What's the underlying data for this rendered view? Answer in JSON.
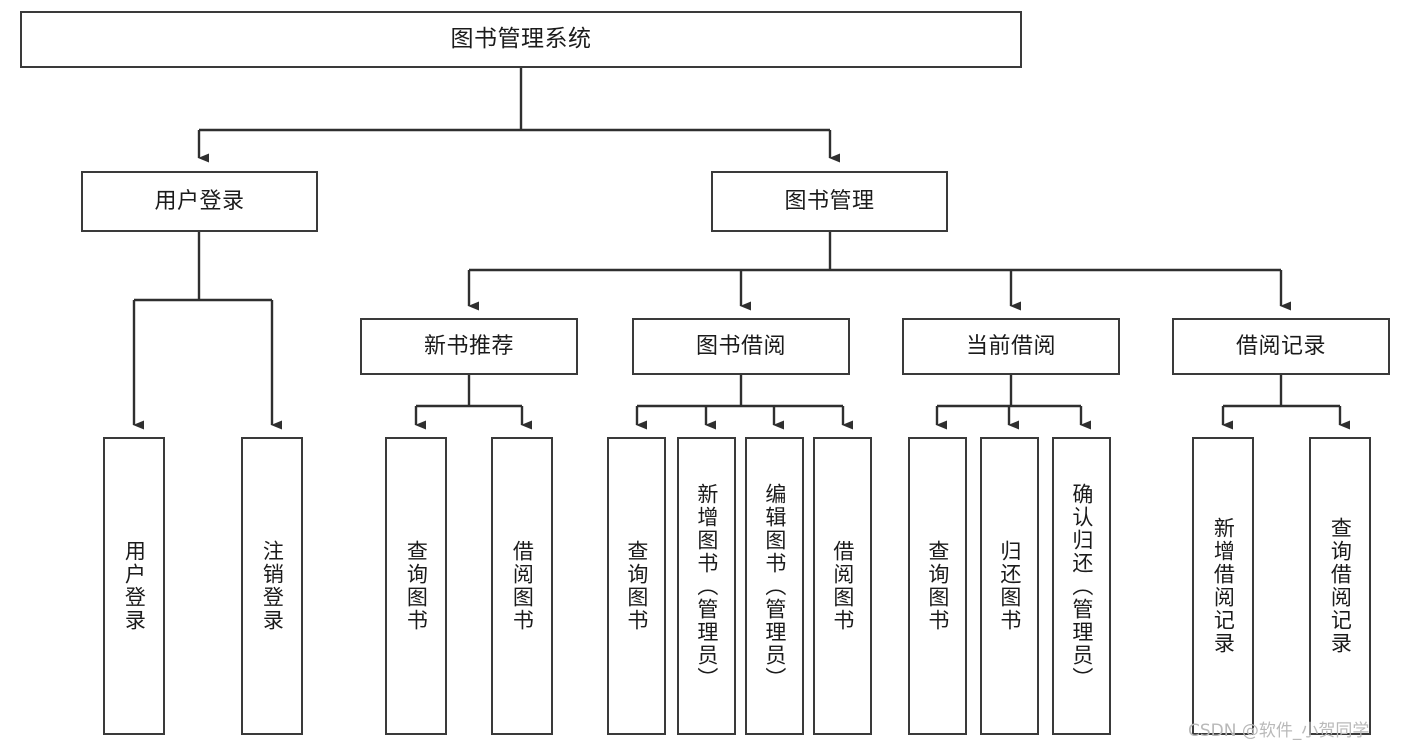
{
  "diagram": {
    "title": "图书管理系统",
    "type": "tree",
    "root": {
      "id": "root",
      "label": "图书管理系统",
      "orientation": "horizontal"
    },
    "level2": [
      {
        "id": "user-login",
        "label": "用户登录",
        "orientation": "horizontal"
      },
      {
        "id": "book-management",
        "label": "图书管理",
        "orientation": "horizontal"
      }
    ],
    "level3": [
      {
        "id": "new-book-recommend",
        "label": "新书推荐",
        "orientation": "horizontal",
        "parent": "book-management"
      },
      {
        "id": "book-borrow",
        "label": "图书借阅",
        "orientation": "horizontal",
        "parent": "book-management"
      },
      {
        "id": "current-borrow",
        "label": "当前借阅",
        "orientation": "horizontal",
        "parent": "book-management"
      },
      {
        "id": "borrow-record",
        "label": "借阅记录",
        "orientation": "horizontal",
        "parent": "book-management"
      }
    ],
    "leaves": [
      {
        "id": "leaf-user-login",
        "label": "用户登录",
        "parent": "user-login",
        "orientation": "vertical"
      },
      {
        "id": "leaf-user-logout",
        "label": "注销登录",
        "parent": "user-login",
        "orientation": "vertical"
      },
      {
        "id": "leaf-query-book-1",
        "label": "查询图书",
        "parent": "new-book-recommend",
        "orientation": "vertical"
      },
      {
        "id": "leaf-borrow-book-1",
        "label": "借阅图书",
        "parent": "new-book-recommend",
        "orientation": "vertical"
      },
      {
        "id": "leaf-query-book-2",
        "label": "查询图书",
        "parent": "book-borrow",
        "orientation": "vertical"
      },
      {
        "id": "leaf-add-book",
        "label": "新增图书（管理员）",
        "parent": "book-borrow",
        "orientation": "vertical"
      },
      {
        "id": "leaf-edit-book",
        "label": "编辑图书（管理员）",
        "parent": "book-borrow",
        "orientation": "vertical"
      },
      {
        "id": "leaf-borrow-book-2",
        "label": "借阅图书",
        "parent": "book-borrow",
        "orientation": "vertical"
      },
      {
        "id": "leaf-query-book-3",
        "label": "查询图书",
        "parent": "current-borrow",
        "orientation": "vertical"
      },
      {
        "id": "leaf-return-book",
        "label": "归还图书",
        "parent": "current-borrow",
        "orientation": "vertical"
      },
      {
        "id": "leaf-confirm-return",
        "label": "确认归还（管理员）",
        "parent": "current-borrow",
        "orientation": "vertical"
      },
      {
        "id": "leaf-add-record",
        "label": "新增借阅记录",
        "parent": "borrow-record",
        "orientation": "vertical"
      },
      {
        "id": "leaf-query-record",
        "label": "查询借阅记录",
        "parent": "borrow-record",
        "orientation": "vertical"
      }
    ],
    "colors": {
      "stroke": "#3a3a3a",
      "fill": "#ffffff",
      "text": "#1b1b1b",
      "watermark": "#b9b9b9"
    }
  },
  "watermark": {
    "text": "CSDN @软件_小贺同学"
  }
}
